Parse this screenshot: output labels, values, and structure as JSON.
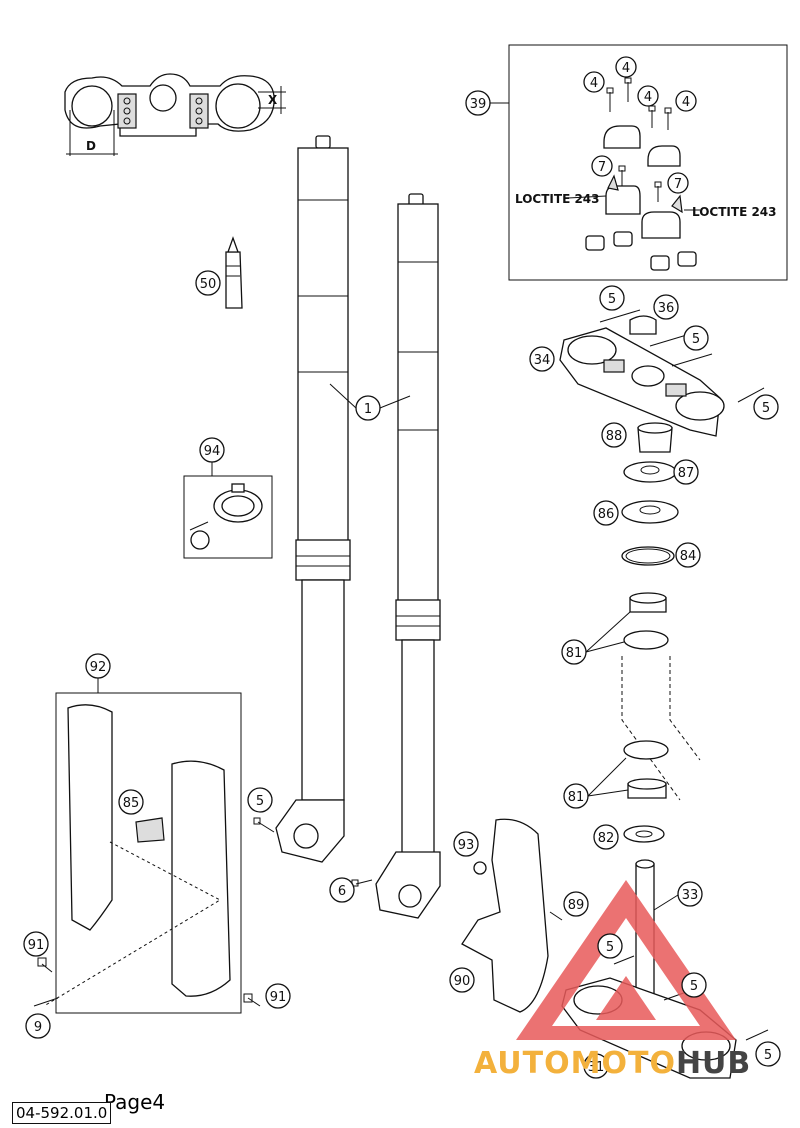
{
  "doc_number": "04-592.01.0",
  "page_label": "Page4",
  "dimension_labels": {
    "d": "D",
    "x": "X"
  },
  "loctite_label_left": "LOCTITE 243",
  "loctite_label_right": "LOCTITE 243",
  "watermark": {
    "text_a": "AUTOMOTO",
    "text_b": "HUB",
    "logo_color": "#e85a5a",
    "accent_color": "#f3b13c"
  },
  "callouts": {
    "c39": "39",
    "c4a": "4",
    "c4b": "4",
    "c4c": "4",
    "c4d": "4",
    "c7a": "7",
    "c7b": "7",
    "c50": "50",
    "c1": "1",
    "c94": "94",
    "c5a": "5",
    "c36": "36",
    "c5b": "5",
    "c34": "34",
    "c5c": "5",
    "c88": "88",
    "c87": "87",
    "c86": "86",
    "c84": "84",
    "c81a": "81",
    "c81b": "81",
    "c82": "82",
    "c33": "33",
    "c5d": "5",
    "c5e": "5",
    "c31": "31",
    "c5f": "5",
    "c92": "92",
    "c85": "85",
    "c91a": "91",
    "c9": "9",
    "c91b": "91",
    "c5g": "5",
    "c6": "6",
    "c93": "93",
    "c89": "89",
    "c90": "90"
  }
}
